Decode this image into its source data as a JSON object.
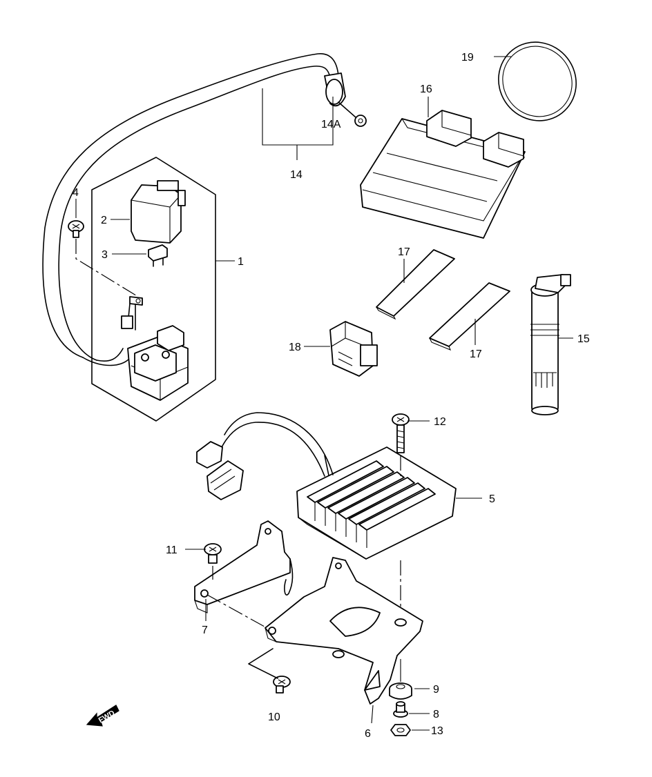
{
  "labels": {
    "p1": "1",
    "p2": "2",
    "p3": "3",
    "p4": "4",
    "p5": "5",
    "p6": "6",
    "p7": "7",
    "p8": "8",
    "p9": "9",
    "p10": "10",
    "p11": "11",
    "p12": "12",
    "p13": "13",
    "p14": "14",
    "p14a": "14A",
    "p15": "15",
    "p16": "16",
    "p17a": "17",
    "p17b": "17",
    "p18": "18",
    "p19": "19"
  },
  "fwd_label": "FWD"
}
